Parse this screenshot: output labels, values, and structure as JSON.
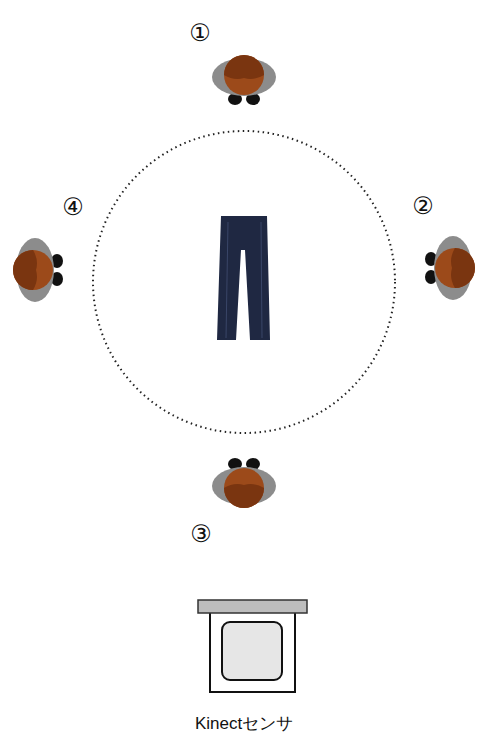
{
  "diagram": {
    "labels": [
      "①",
      "②",
      "③",
      "④",
      "Kinectセンサ"
    ]
  }
}
